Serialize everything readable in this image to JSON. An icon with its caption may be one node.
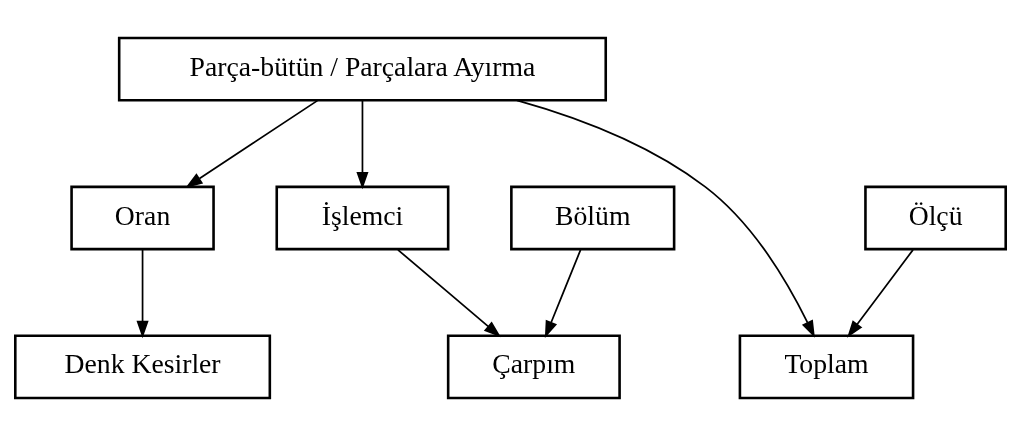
{
  "diagram": {
    "nodes": [
      {
        "text": [
          "Parça-bütün / Parçalara Ayırma"
        ]
      },
      {
        "text": [
          "Oran"
        ]
      },
      {
        "text": [
          "İşlemci"
        ]
      },
      {
        "text": [
          "Bölüm"
        ]
      },
      {
        "text": [
          "Ölçü"
        ]
      },
      {
        "text": [
          "Denk Kesirler"
        ]
      },
      {
        "text": [
          "Çarpım"
        ]
      },
      {
        "text": [
          "Toplam"
        ]
      }
    ],
    "edges": [
      {
        "from": 0,
        "to": 1,
        "arrow": "to"
      },
      {
        "from": 0,
        "to": 2,
        "arrow": "to"
      },
      {
        "from": 0,
        "to": 7,
        "arrow": "to"
      },
      {
        "from": 1,
        "to": 5,
        "arrow": "to"
      },
      {
        "from": 2,
        "to": 6,
        "arrow": "to"
      },
      {
        "from": 3,
        "to": 6,
        "arrow": "to"
      },
      {
        "from": 4,
        "to": 7,
        "arrow": "to"
      }
    ]
  }
}
